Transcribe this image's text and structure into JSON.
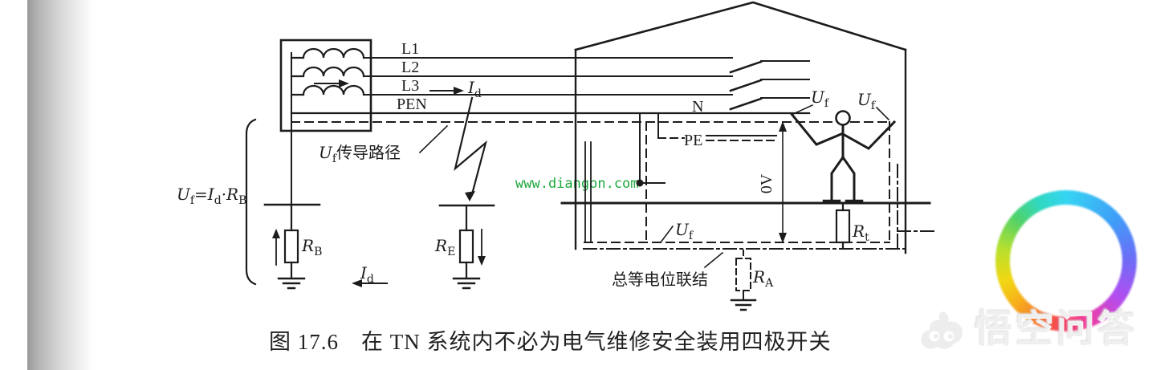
{
  "caption": "图 17.6　在 TN 系统内不必为电气维修安全装用四极开关",
  "watermark_site": {
    "text": "www.diangon.com",
    "color": "#1ea83e"
  },
  "watermark_brand": {
    "text": "悟空问答"
  },
  "ring_palette": [
    "#35d5f2",
    "#3f9df8",
    "#6f6bf7",
    "#b44df0",
    "#ef3fa0",
    "#f4415a",
    "#f7b01c",
    "#f2d714",
    "#b8e02c",
    "#52d269",
    "#2fd8c0"
  ],
  "labels": {
    "l1": "L1",
    "l2": "L2",
    "l3": "L3",
    "pen": "PEN",
    "n": "N",
    "pe": "PE",
    "zero_v": "0V",
    "bonding": "总等电位联结",
    "uf_main": "U",
    "uf_sub": "f",
    "uf_path_rest": "传导路径",
    "id_main": "I",
    "id_sub": "d",
    "rb_main": "R",
    "rb_sub": "B",
    "re_main": "R",
    "re_sub": "E",
    "rt_main": "R",
    "rt_sub": "t",
    "ra_main": "R",
    "ra_sub": "A",
    "formula_u": "U",
    "formula_u_sub": "f",
    "formula_mid": "=I",
    "formula_i_sub": "d",
    "formula_r": "·R",
    "formula_r_sub": "B"
  }
}
